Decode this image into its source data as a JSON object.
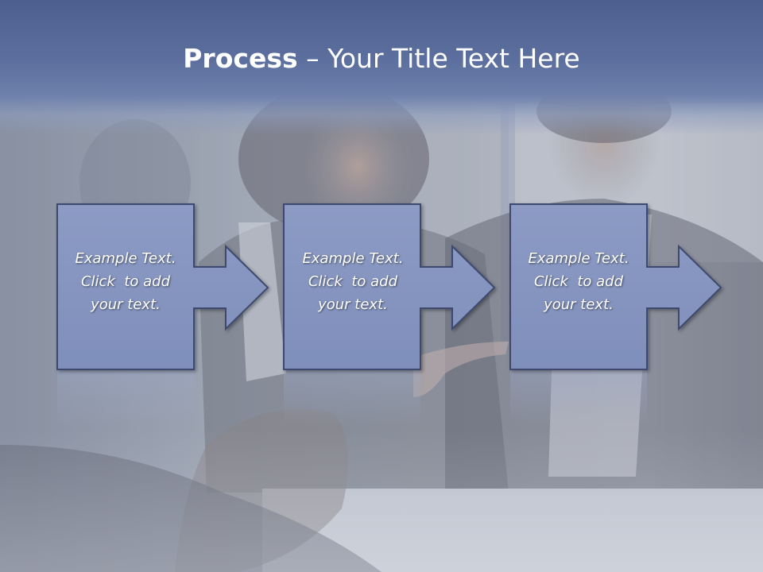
{
  "slide": {
    "title_bold": "Process",
    "title_rest": " – Your Title Text Here",
    "steps": [
      {
        "lines": [
          "Example Text.",
          "Click  to add",
          "your text."
        ]
      },
      {
        "lines": [
          "Example Text.",
          "Click  to add",
          "your text."
        ]
      },
      {
        "lines": [
          "Example Text.",
          "Click  to add",
          "your text."
        ]
      }
    ]
  },
  "colors": {
    "title_band": "#5a6d9c",
    "arrow_fill": "#8796c0",
    "arrow_stroke": "#3f4d72",
    "title_text": "#ffffff"
  }
}
